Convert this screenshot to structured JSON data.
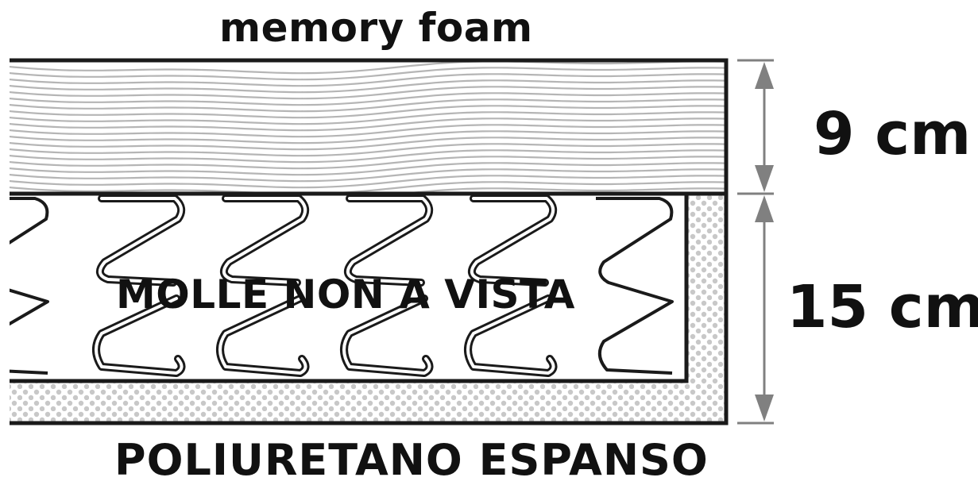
{
  "labels": {
    "top_layer": "memory foam",
    "middle_layer": "MOLLE NON A VISTA",
    "bottom_layer": "POLIURETANO ESPANSO"
  },
  "dimensions": {
    "top_thickness": "9 cm",
    "bottom_thickness": "15 cm"
  },
  "colors": {
    "outline": "#1a1a1a",
    "foam_lines": "#b5b5b5",
    "dots": "#c8c8c8",
    "arrow": "#808080"
  }
}
